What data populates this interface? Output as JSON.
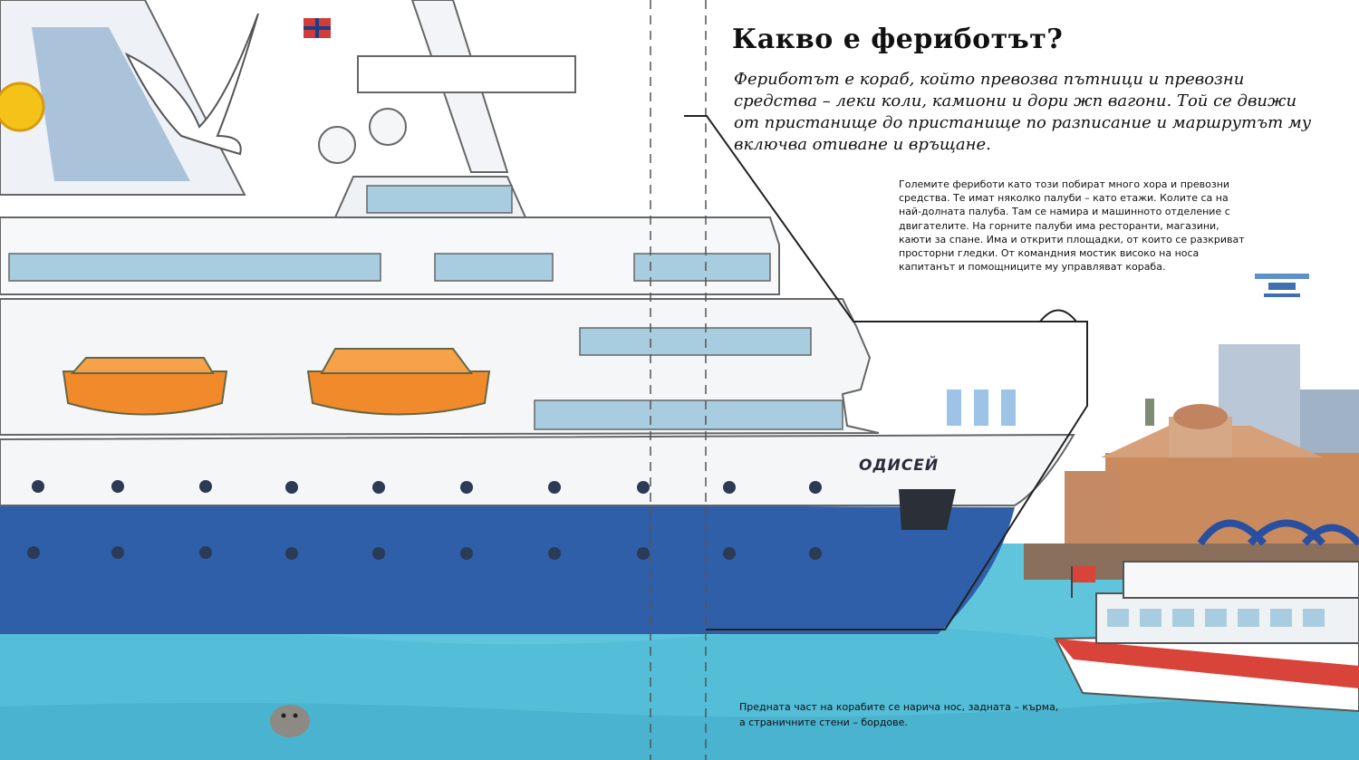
{
  "page": {
    "title": "Какво е фериботът?",
    "intro": "Фериботът е кораб, който превозва пътници и превозни средства – леки коли, камиони и дори жп вагони. Той се движи от пристанище до пристанище по разписание и маршрутът му включва отиване и връщане.",
    "body": "Големите фериботи като този побират много хора и превозни средства. Те имат няколко палуби – като етажи. Колите са на най-долната палуба. Там се намира и машинното отделение с двигателите. На горните палуби има ресторанти, магазини, каюти за спане. Има и открити площадки, от които се разкриват просторни гледки. От командния мостик високо на носа капитанът и помощниците му управляват кораба.",
    "caption": "Предната част на корабите се нарича нос, задната – кърма, а страничните стени – бордове.",
    "ship_name": "ОДИСЕЙ"
  },
  "colors": {
    "sea": "#5ec5dd",
    "hull_blue": "#2f5fa8",
    "hull_white": "#f4f6f8",
    "lifeboat": "#f08a2a",
    "building": "#c98b5e"
  }
}
